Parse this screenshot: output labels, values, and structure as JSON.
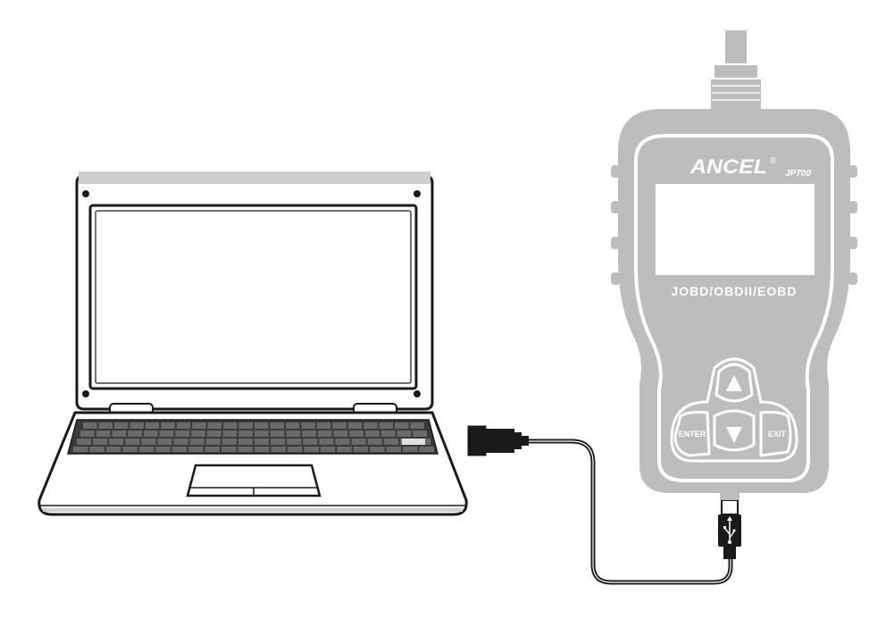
{
  "scanner": {
    "brand": "ANCEL",
    "registered_mark": "®",
    "model": "JP700",
    "protocols": "JOBD/OBDII/EOBD",
    "buttons": {
      "enter_label": "ENTER",
      "exit_label": "EXIT",
      "up_icon": "triangle-up-icon",
      "down_icon": "triangle-down-icon"
    }
  },
  "colors": {
    "scanner_gray": "#bdbdbd",
    "line_dark": "#1a1a1a",
    "keyboard_dark": "#3a3a3a"
  }
}
